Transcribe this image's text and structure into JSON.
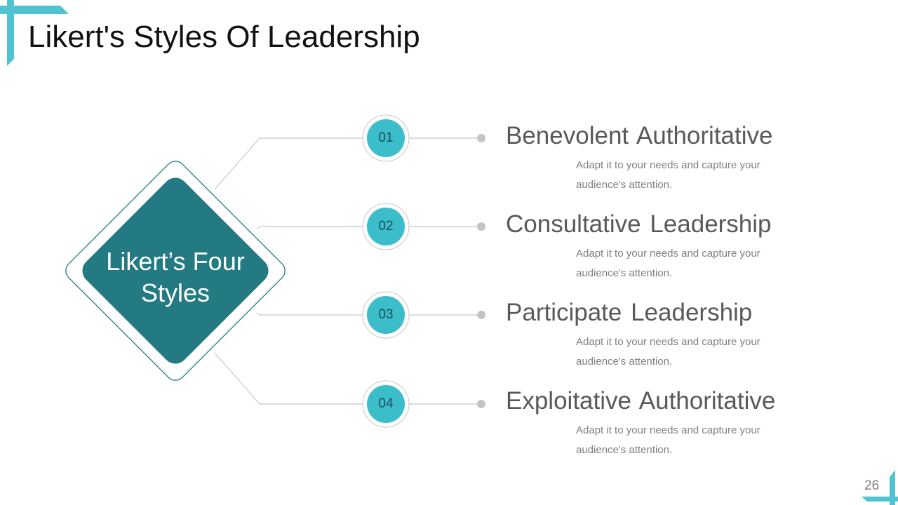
{
  "title": "Likert's Styles Of Leadership",
  "center_label": "Likert’s Four Styles",
  "items": [
    {
      "number": "01",
      "title": "Benevolent Authoritative",
      "description": "Adapt it to your needs and capture your audience's attention."
    },
    {
      "number": "02",
      "title": "Consultative Leadership",
      "description": "Adapt it to your needs and capture your audience's attention."
    },
    {
      "number": "03",
      "title": "Participate Leadership",
      "description": "Adapt it to your needs and capture your audience's attention."
    },
    {
      "number": "04",
      "title": "Exploitative Authoritative",
      "description": "Adapt it to your needs and capture your audience's attention."
    }
  ],
  "page_number": "26",
  "colors": {
    "accent": "#3bbdca",
    "teal_dark": "#237a82",
    "line": "#bfbfbf"
  }
}
